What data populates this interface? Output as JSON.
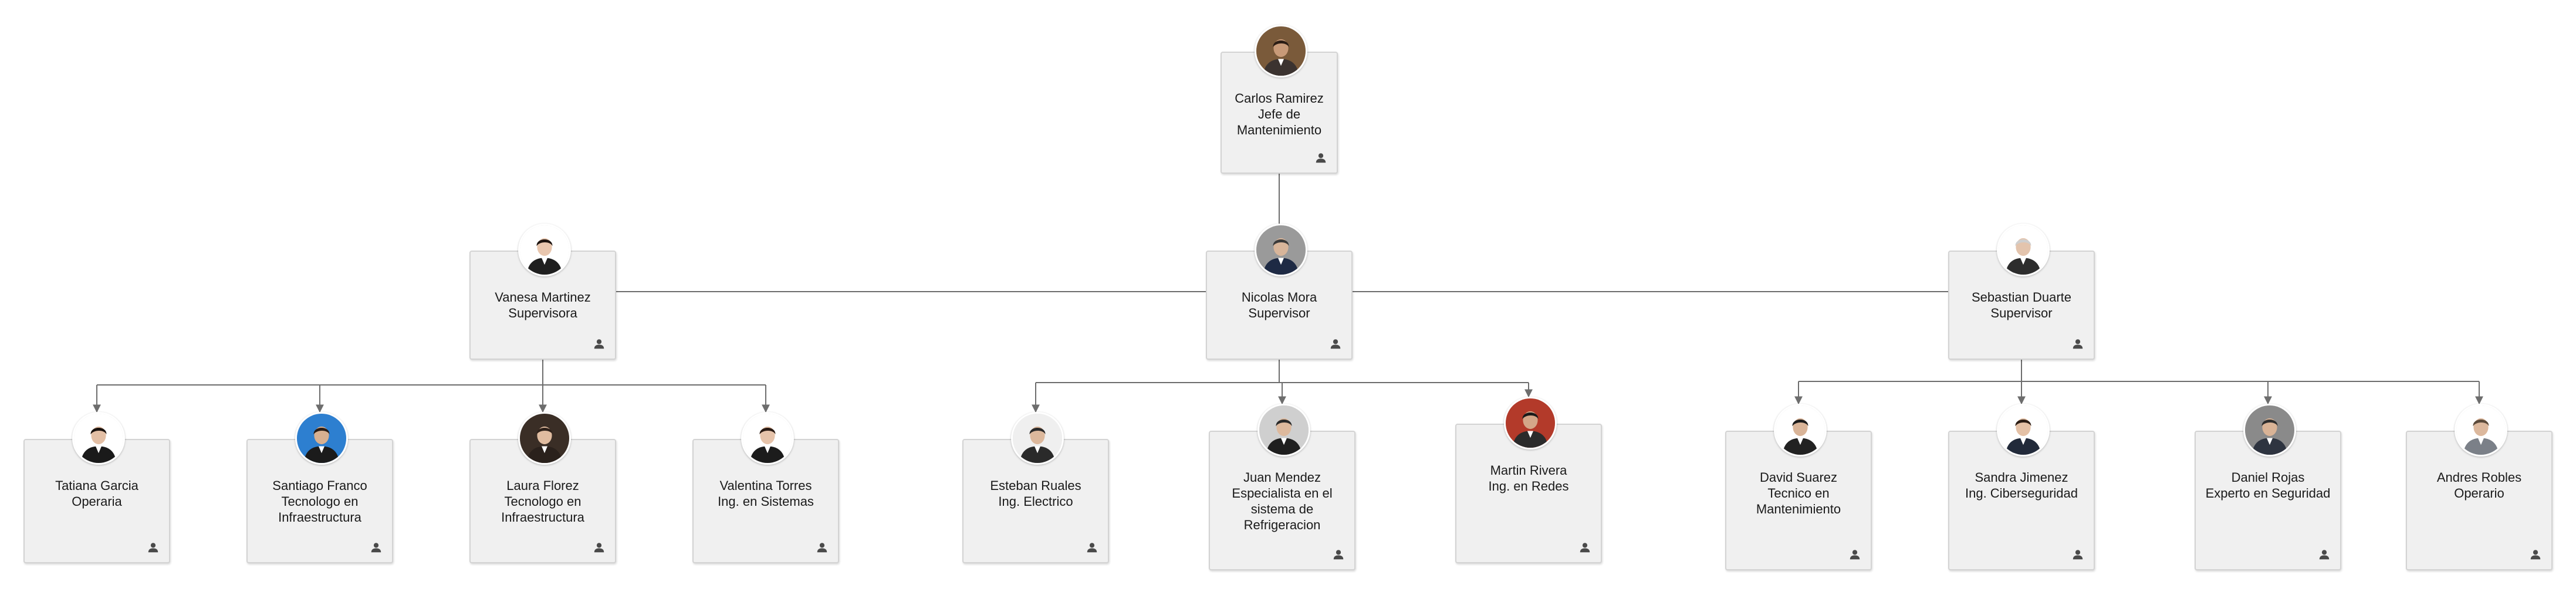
{
  "org_chart": {
    "nodes": [
      {
        "id": "carlos",
        "name": "Carlos Ramirez",
        "title": "Jefe de Mantenimiento",
        "avatar": {
          "bg": "#7a5a3a",
          "suit": "#3b3330",
          "skin": "#c89a78",
          "hair": "#2b1d14"
        }
      },
      {
        "id": "vanesa",
        "name": "Vanesa Martinez",
        "title": "Supervisora",
        "avatar": {
          "bg": "#ffffff",
          "suit": "#1f1f1f",
          "skin": "#e8c6ae",
          "hair": "#1d1410"
        }
      },
      {
        "id": "nicolas",
        "name": "Nicolas Mora",
        "title": "Supervisor",
        "avatar": {
          "bg": "#9a9a9a",
          "suit": "#1e2a44",
          "skin": "#d8b59a",
          "hair": "#3a3a3a"
        }
      },
      {
        "id": "sebastian",
        "name": "Sebastian Duarte",
        "title": "Supervisor",
        "avatar": {
          "bg": "#ffffff",
          "suit": "#2d2d2d",
          "skin": "#e3c4ad",
          "hair": "#cfcfcf"
        }
      },
      {
        "id": "tatiana",
        "name": "Tatiana Garcia",
        "title": "Operaria",
        "avatar": {
          "bg": "#ffffff",
          "suit": "#1a1a1a",
          "skin": "#e3bfa5",
          "hair": "#1a120e"
        }
      },
      {
        "id": "santiago",
        "name": "Santiago Franco",
        "title": "Tecnologo en Infraestructura",
        "avatar": {
          "bg": "#2d7fd0",
          "suit": "#1b1b1b",
          "skin": "#d8b090",
          "hair": "#2a1d16"
        }
      },
      {
        "id": "laura",
        "name": "Laura Florez",
        "title": "Tecnologo en Infraestructura",
        "avatar": {
          "bg": "#3a2e26",
          "suit": "#2a211c",
          "skin": "#e0bca0",
          "hair": "#2e211a"
        }
      },
      {
        "id": "valentina",
        "name": "Valentina Torres",
        "title": "Ing. en Sistemas",
        "avatar": {
          "bg": "#ffffff",
          "suit": "#1c1c1c",
          "skin": "#e6c3aa",
          "hair": "#2a1b14"
        }
      },
      {
        "id": "esteban",
        "name": "Esteban Ruales",
        "title": "Ing. Electrico",
        "avatar": {
          "bg": "#efefef",
          "suit": "#2a2a2a",
          "skin": "#dcb89c",
          "hair": "#2a2a2a"
        }
      },
      {
        "id": "juan",
        "name": "Juan Mendez",
        "title": "Especialista en el sistema de Refrigeracion",
        "avatar": {
          "bg": "#cfcfcf",
          "suit": "#1f1f1f",
          "skin": "#ddb99d",
          "hair": "#2a2a2a"
        }
      },
      {
        "id": "martin",
        "name": "Martin Rivera",
        "title": "Ing. en Redes",
        "avatar": {
          "bg": "#b33a2a",
          "suit": "#2b2b2b",
          "skin": "#d4a688",
          "hair": "#1a1a1a"
        }
      },
      {
        "id": "david",
        "name": "David Suarez",
        "title": "Tecnico en Mantenimiento",
        "avatar": {
          "bg": "#ffffff",
          "suit": "#222222",
          "skin": "#d9b498",
          "hair": "#1c1c1c"
        }
      },
      {
        "id": "sandra",
        "name": "Sandra Jimenez",
        "title": "Ing. Ciberseguridad",
        "avatar": {
          "bg": "#ffffff",
          "suit": "#222a3a",
          "skin": "#e4c1a6",
          "hair": "#2b1d15"
        }
      },
      {
        "id": "daniel",
        "name": "Daniel Rojas",
        "title": "Experto en Seguridad",
        "avatar": {
          "bg": "#8a8a8a",
          "suit": "#2e3440",
          "skin": "#d9b396",
          "hair": "#2e2e2e"
        }
      },
      {
        "id": "andres",
        "name": "Andres Robles",
        "title": "Operario",
        "avatar": {
          "bg": "#ffffff",
          "suit": "#7b8088",
          "skin": "#dcb89d",
          "hair": "#5a4a3a"
        }
      }
    ],
    "edges": [
      [
        "carlos",
        "nicolas"
      ],
      [
        "nicolas",
        "vanesa"
      ],
      [
        "nicolas",
        "sebastian"
      ],
      [
        "vanesa",
        "tatiana"
      ],
      [
        "vanesa",
        "santiago"
      ],
      [
        "vanesa",
        "laura"
      ],
      [
        "vanesa",
        "valentina"
      ],
      [
        "nicolas",
        "esteban"
      ],
      [
        "nicolas",
        "juan"
      ],
      [
        "nicolas",
        "martin"
      ],
      [
        "sebastian",
        "david"
      ],
      [
        "sebastian",
        "sandra"
      ],
      [
        "sebastian",
        "daniel"
      ],
      [
        "sebastian",
        "andres"
      ]
    ],
    "colors": {
      "card_bg": "#f0f0f0",
      "card_border": "#d3d3d3",
      "line": "#6d6d6d",
      "text": "#1a1a1a",
      "icon": "#4a4a4a"
    },
    "icon": "person-icon"
  }
}
